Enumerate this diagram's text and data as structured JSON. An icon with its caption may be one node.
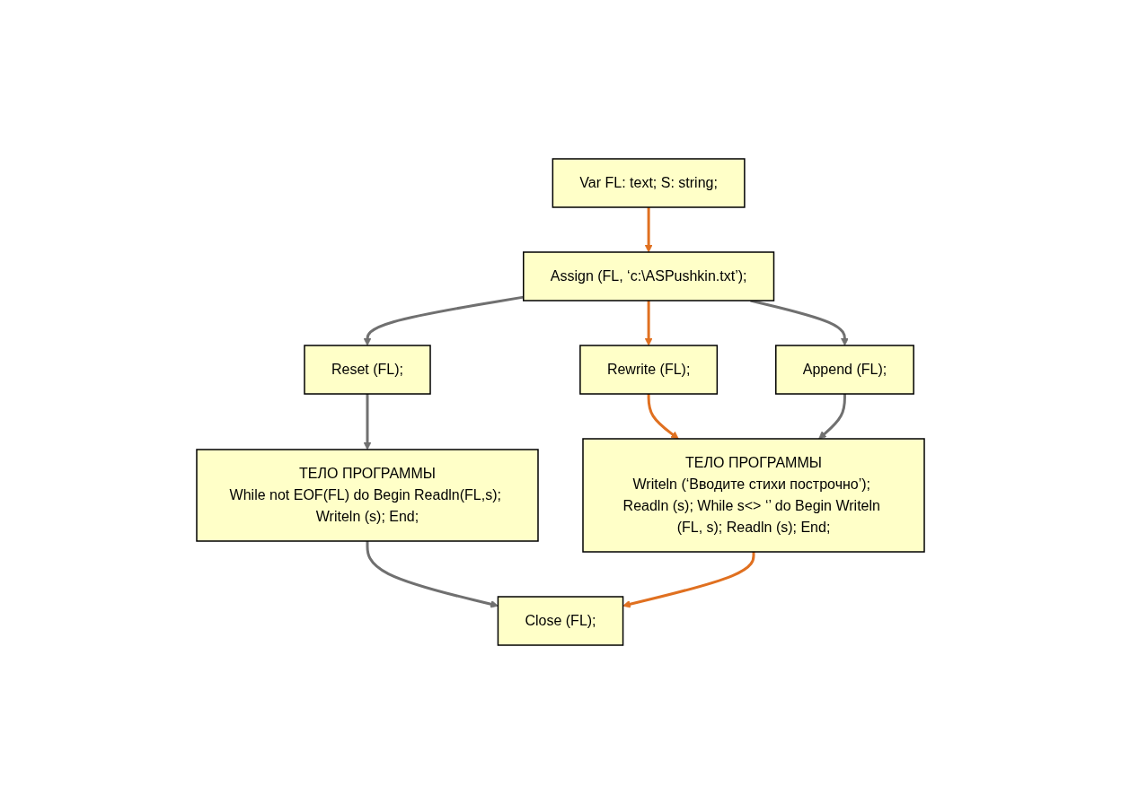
{
  "diagram": {
    "nodes": [
      {
        "text": [
          "Var FL: text; S: string;"
        ]
      },
      {
        "text": [
          "Assign (FL, ‘c:\\ASPushkin.txt’);"
        ]
      },
      {
        "text": [
          "Reset (FL);"
        ]
      },
      {
        "text": [
          "Rewrite (FL);"
        ]
      },
      {
        "text": [
          "Append (FL);"
        ]
      },
      {
        "text": [
          "ТЕЛО ПРОГРАММЫ",
          "While not EOF(FL) do Begin Readln(FL,s); Writeln (s); End;"
        ]
      },
      {
        "text": [
          "ТЕЛО ПРОГРАММЫ",
          "Writeln (‘Вводите стихи построчно’); Readln (s); While s<> ‘’ do Begin Writeln (FL, s); Readln (s); End;"
        ]
      },
      {
        "text": [
          "Close (FL);"
        ]
      }
    ],
    "edges": [
      {
        "from": 0,
        "to": 1,
        "arrow": "to",
        "color": "#e07020"
      },
      {
        "from": 1,
        "to": 2,
        "arrow": "to"
      },
      {
        "from": 1,
        "to": 3,
        "arrow": "to",
        "color": "#e07020"
      },
      {
        "from": 1,
        "to": 4,
        "arrow": "to"
      },
      {
        "from": 2,
        "to": 5,
        "arrow": "to"
      },
      {
        "from": 3,
        "to": 6,
        "arrow": "to",
        "color": "#e07020"
      },
      {
        "from": 4,
        "to": 6,
        "arrow": "to"
      },
      {
        "from": 5,
        "to": 7,
        "arrow": "to"
      },
      {
        "from": 6,
        "to": 7,
        "arrow": "to",
        "color": "#e07020"
      }
    ]
  }
}
